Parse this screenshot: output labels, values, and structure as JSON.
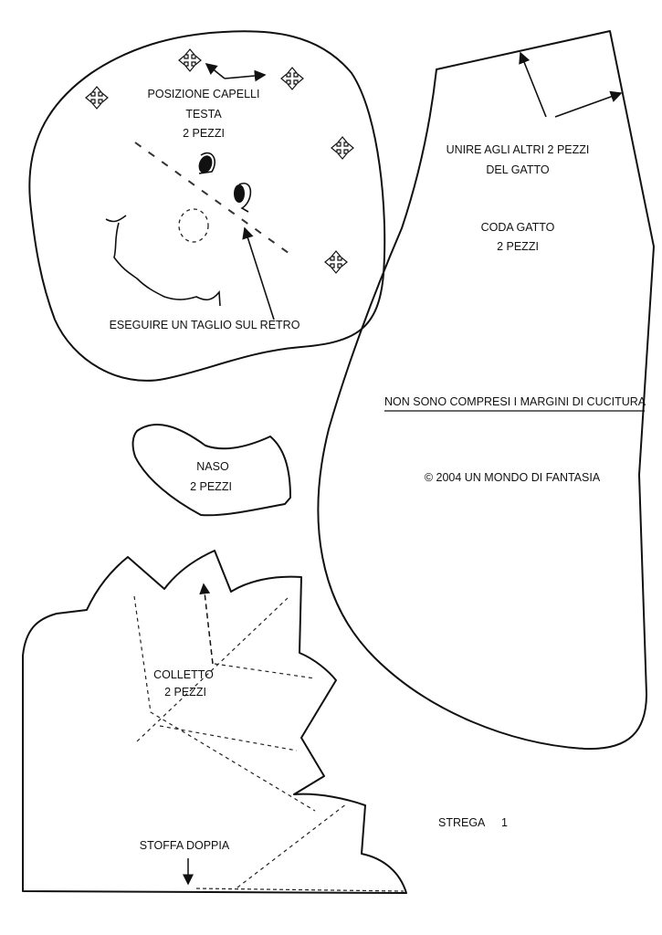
{
  "head": {
    "hair_position": "POSIZIONE CAPELLI",
    "title": "TESTA",
    "count": "2 PEZZI",
    "cut_note": "ESEGUIRE UN TAGLIO SUL RETRO"
  },
  "tail": {
    "join_line1": "UNIRE AGLI ALTRI  2 PEZZI",
    "join_line2": "DEL GATTO",
    "title": "CODA GATTO",
    "count": "2 PEZZI",
    "margin_note": "NON SONO COMPRESI I MARGINI DI  CUCITURA",
    "copyright": "© 2004 UN MONDO DI FANTASIA"
  },
  "nose": {
    "title": "NASO",
    "count": "2 PEZZI"
  },
  "collar": {
    "title": "COLLETTO",
    "count": "2 PEZZI",
    "fold_note": "STOFFA DOPPIA"
  },
  "footer": {
    "pattern_name": "STREGA",
    "page_number": "1"
  }
}
